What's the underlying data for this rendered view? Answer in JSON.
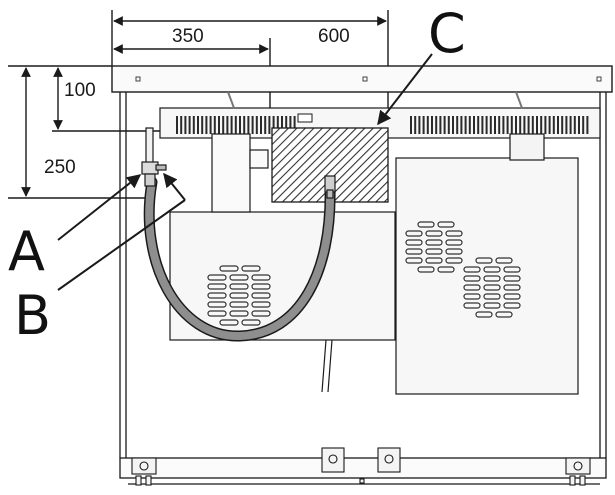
{
  "dimensions": {
    "width_total": "600",
    "width_partial": "350",
    "height_top": "100",
    "height_total": "250"
  },
  "callouts": {
    "a": "A",
    "b": "B",
    "c": "C"
  },
  "colors": {
    "line": "#1a1a1a",
    "hose_fill": "#8e8e8e",
    "cabinet_fill": "#f7f7f7",
    "vent": "#2a2a2a"
  }
}
